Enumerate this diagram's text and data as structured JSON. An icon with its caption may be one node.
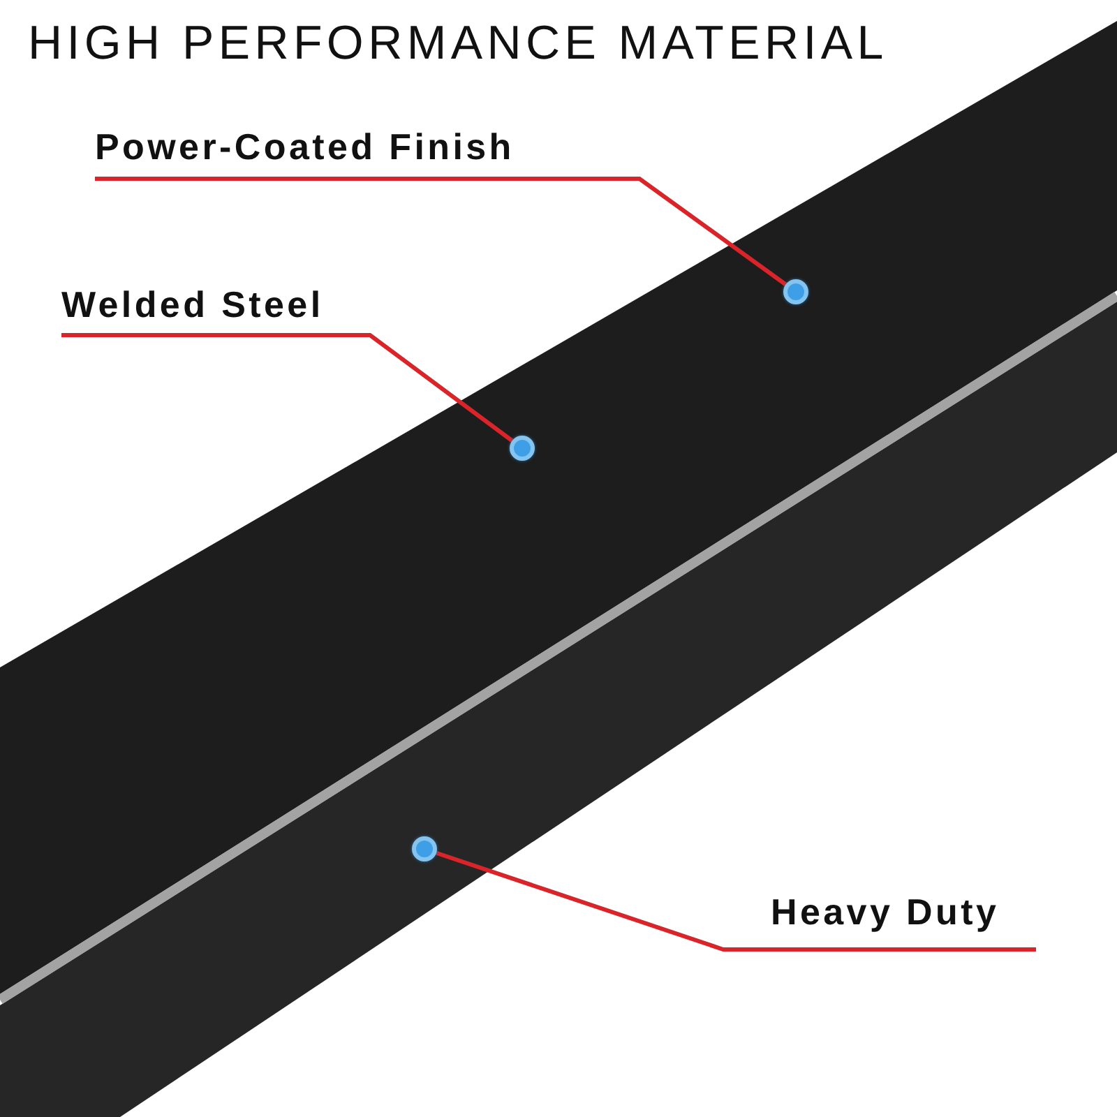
{
  "diagram": {
    "title": "HIGH PERFORMANCE MATERIAL",
    "nodes": [
      {
        "text": [
          "Power-Coated Finish"
        ]
      },
      {
        "text": [
          "Welded Steel"
        ]
      },
      {
        "text": [
          "Heavy Duty"
        ]
      },
      {
        "text": [],
        "shape": "circle"
      },
      {
        "text": [],
        "shape": "circle"
      },
      {
        "text": [],
        "shape": "circle"
      }
    ],
    "edges": [
      {
        "from": 0,
        "to": 3,
        "arrow": "none"
      },
      {
        "from": 1,
        "to": 4,
        "arrow": "none"
      },
      {
        "from": 2,
        "to": 5,
        "arrow": "none"
      }
    ]
  }
}
